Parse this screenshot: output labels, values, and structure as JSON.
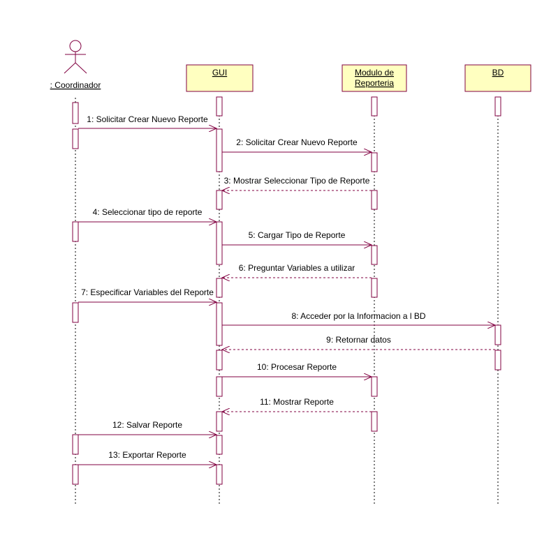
{
  "diagram": {
    "colors": {
      "line": "#800040",
      "box_fill": "#ffffc0",
      "text": "#000000"
    },
    "actor": {
      "name": ": Coordinador"
    },
    "participants": [
      {
        "id": "gui",
        "lines": [
          "GUI"
        ]
      },
      {
        "id": "modulo",
        "lines": [
          "Modulo de",
          "Reporteria"
        ]
      },
      {
        "id": "bd",
        "lines": [
          "BD"
        ]
      }
    ],
    "messages": [
      {
        "label": "1: Solicitar Crear Nuevo Reporte",
        "from": "coordinador",
        "to": "gui",
        "kind": "call"
      },
      {
        "label": "2: Solicitar Crear Nuevo Reporte",
        "from": "gui",
        "to": "modulo",
        "kind": "call"
      },
      {
        "label": "3: Mostrar Seleccionar Tipo de Reporte",
        "from": "modulo",
        "to": "gui",
        "kind": "return"
      },
      {
        "label": "4: Seleccionar tipo de reporte",
        "from": "coordinador",
        "to": "gui",
        "kind": "call"
      },
      {
        "label": "5: Cargar Tipo de Reporte",
        "from": "gui",
        "to": "modulo",
        "kind": "call"
      },
      {
        "label": "6: Preguntar Variables a utilizar",
        "from": "modulo",
        "to": "gui",
        "kind": "return"
      },
      {
        "label": "7: Especificar Variables del Reporte",
        "from": "coordinador",
        "to": "gui",
        "kind": "call"
      },
      {
        "label": "8: Acceder por la Informacion a l BD",
        "from": "gui",
        "to": "bd",
        "kind": "call"
      },
      {
        "label": "9: Retornar datos",
        "from": "bd",
        "to": "gui",
        "kind": "return"
      },
      {
        "label": "10: Procesar Reporte",
        "from": "gui",
        "to": "modulo",
        "kind": "call"
      },
      {
        "label": "11: Mostrar Reporte",
        "from": "modulo",
        "to": "gui",
        "kind": "return"
      },
      {
        "label": "12: Salvar Reporte",
        "from": "coordinador",
        "to": "gui",
        "kind": "call"
      },
      {
        "label": "13: Exportar Reporte",
        "from": "coordinador",
        "to": "gui",
        "kind": "call"
      }
    ]
  }
}
